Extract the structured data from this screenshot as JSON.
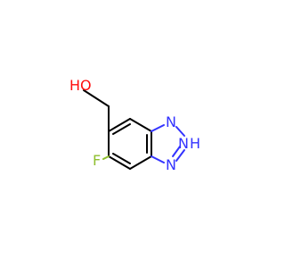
{
  "structure": {
    "atoms": {
      "oh": "HO",
      "n1": "N",
      "n2": "N",
      "n3": "N",
      "n2_h": "H",
      "f": "F"
    },
    "colors": {
      "bond": "#000000",
      "nitrogen": "#3333ff",
      "oxygen": "#ff0d0d",
      "fluorine": "#8fbf2f"
    }
  }
}
